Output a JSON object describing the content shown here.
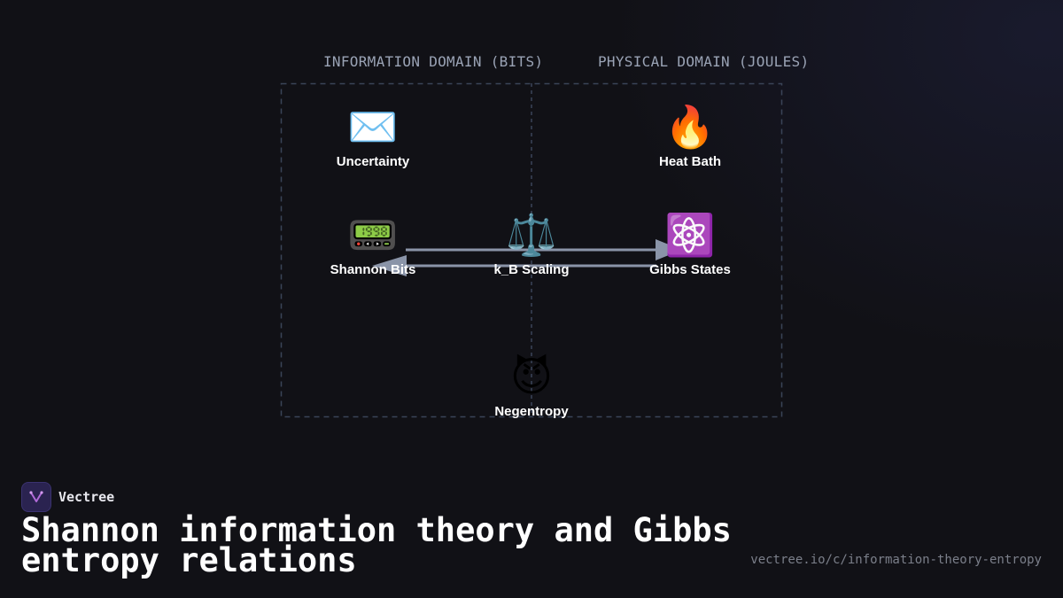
{
  "diagram": {
    "domains": {
      "information": "INFORMATION DOMAIN (BITS)",
      "physical": "PHYSICAL DOMAIN (JOULES)"
    },
    "nodes": {
      "uncertainty": {
        "emoji": "✉️",
        "label": "Uncertainty"
      },
      "heat_bath": {
        "emoji": "🔥",
        "label": "Heat Bath"
      },
      "shannon_bits": {
        "emoji": "📟",
        "label": "Shannon Bits"
      },
      "kb_scaling": {
        "emoji": "⚖️",
        "label": "k_B Scaling"
      },
      "gibbs_states": {
        "emoji": "⚛️",
        "label": "Gibbs States"
      },
      "negentropy": {
        "emoji": "😈",
        "label": "Negentropy"
      }
    }
  },
  "brand": {
    "name": "Vectree"
  },
  "title": "Shannon information theory and Gibbs entropy relations",
  "url": "vectree.io/c/information-theory-entropy",
  "colors": {
    "background": "#111116",
    "frame": "#3a4458",
    "arrow": "#8a94a8",
    "logo_bg": "#2a2350",
    "logo_accent": "#b06ad8"
  }
}
